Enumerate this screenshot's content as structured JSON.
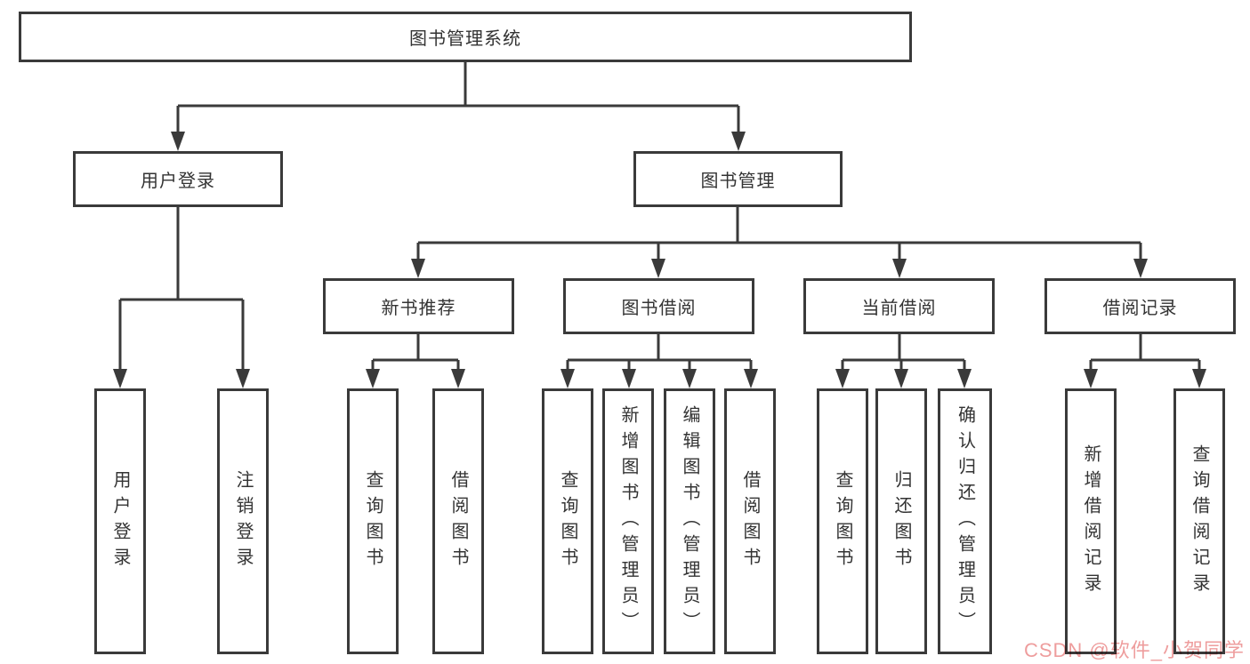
{
  "diagram": {
    "tree": {
      "label": "图书管理系统",
      "children": [
        {
          "label": "用户登录",
          "children": [
            {
              "label": "用户登录"
            },
            {
              "label": "注销登录"
            }
          ]
        },
        {
          "label": "图书管理",
          "children": [
            {
              "label": "新书推荐",
              "children": [
                {
                  "label": "查询图书"
                },
                {
                  "label": "借阅图书"
                }
              ]
            },
            {
              "label": "图书借阅",
              "children": [
                {
                  "label": "查询图书"
                },
                {
                  "label": "新增图书（管理员）"
                },
                {
                  "label": "编辑图书（管理员）"
                },
                {
                  "label": "借阅图书"
                }
              ]
            },
            {
              "label": "当前借阅",
              "children": [
                {
                  "label": "查询图书"
                },
                {
                  "label": "归还图书"
                },
                {
                  "label": "确认归还（管理员）"
                }
              ]
            },
            {
              "label": "借阅记录",
              "children": [
                {
                  "label": "新增借阅记录"
                },
                {
                  "label": "查询借阅记录"
                }
              ]
            }
          ]
        }
      ]
    },
    "colors": {
      "line": "#3a3a3a",
      "text": "#333333",
      "box_background": "#ffffff",
      "watermark": "#ee9d9d"
    }
  },
  "watermark": {
    "text": "CSDN @软件_小贺同学"
  }
}
